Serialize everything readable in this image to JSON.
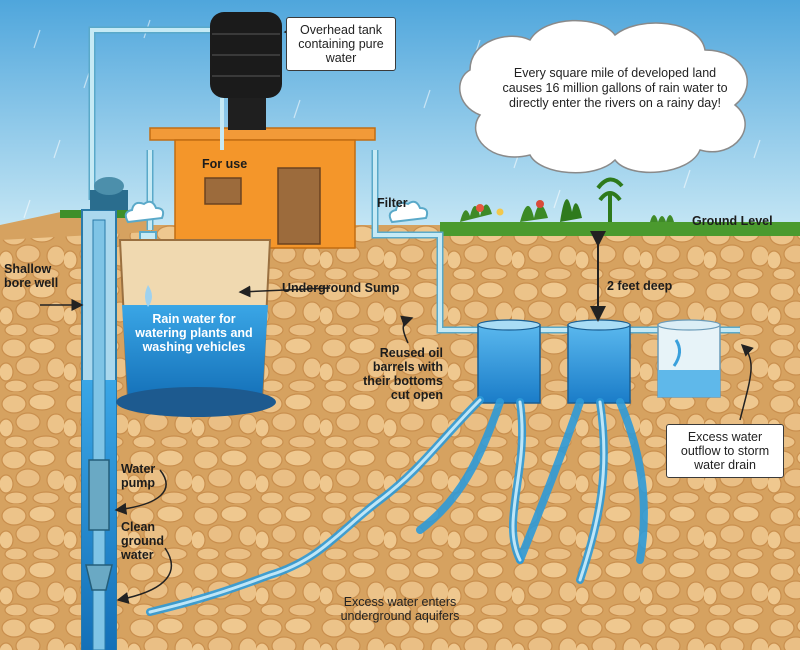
{
  "colors": {
    "sky_top": "#5fb3df",
    "sky_bottom": "#bfe3f3",
    "soil": "#d9a866",
    "pebble": "#ecc389",
    "pebble_edge": "#c98f4e",
    "house": "#f4962a",
    "water": "#1d8fd6",
    "water_light": "#9fd2ef",
    "grass": "#4b9a2e",
    "pipe": "#b9e2ee"
  },
  "labels": {
    "overhead_tank": "Overhead tank containing pure water",
    "cloud_note": "Every square mile of developed land causes 16 million gallons of rain water to directly enter the rivers on a rainy day!",
    "for_use": "For use",
    "filter": "Filter",
    "ground_level": "Ground Level",
    "shallow_bore_well": "Shallow bore well",
    "underground_sump": "Underground Sump",
    "two_feet_deep": "2 feet deep",
    "rain_water": "Rain water for watering plants and washing vehicles",
    "reused_barrels": "Reused oil barrels with their bottoms cut open",
    "excess_outflow": "Excess water outflow to storm water drain",
    "water_pump": "Water pump",
    "clean_ground_water": "Clean ground water",
    "excess_aquifers": "Excess water enters underground aquifers"
  }
}
